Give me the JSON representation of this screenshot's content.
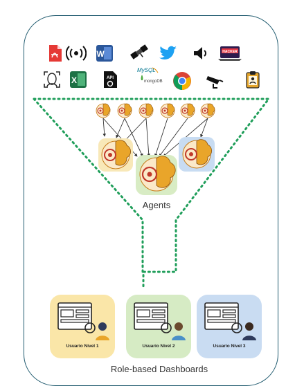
{
  "sources": {
    "row1": [
      "pdf-icon",
      "wireless-signal-icon",
      "word-icon",
      "satellite-icon",
      "twitter-icon",
      "speaker-icon",
      "hacker-laptop-icon"
    ],
    "row2": [
      "face-scan-icon",
      "excel-icon",
      "api-file-icon",
      "mysql-mongodb-icon",
      "chrome-icon",
      "security-camera-icon",
      "clipboard-icon"
    ],
    "mysql_text": "MySQL",
    "mongodb_text": "mongoDB",
    "api_text": "API",
    "hacker_text": "HACKER"
  },
  "agents": {
    "label": "Agents",
    "small_count": 6,
    "colors": {
      "yellow": "#f8e8b8",
      "green": "#d8ecc4",
      "blue": "#c8dcf2"
    }
  },
  "dashboards": {
    "title": "Role-based Dashboards",
    "items": [
      {
        "label": "Usuario Nivel 1",
        "color": "#fae6a8"
      },
      {
        "label": "Usuario Nivel 2",
        "color": "#d6ebc4"
      },
      {
        "label": "Usuario Nivel 3",
        "color": "#c9dcf2"
      }
    ]
  },
  "colors": {
    "funnel": "#1f9e5a",
    "frame": "#1f5a6e",
    "brain": "#e9a52a"
  }
}
